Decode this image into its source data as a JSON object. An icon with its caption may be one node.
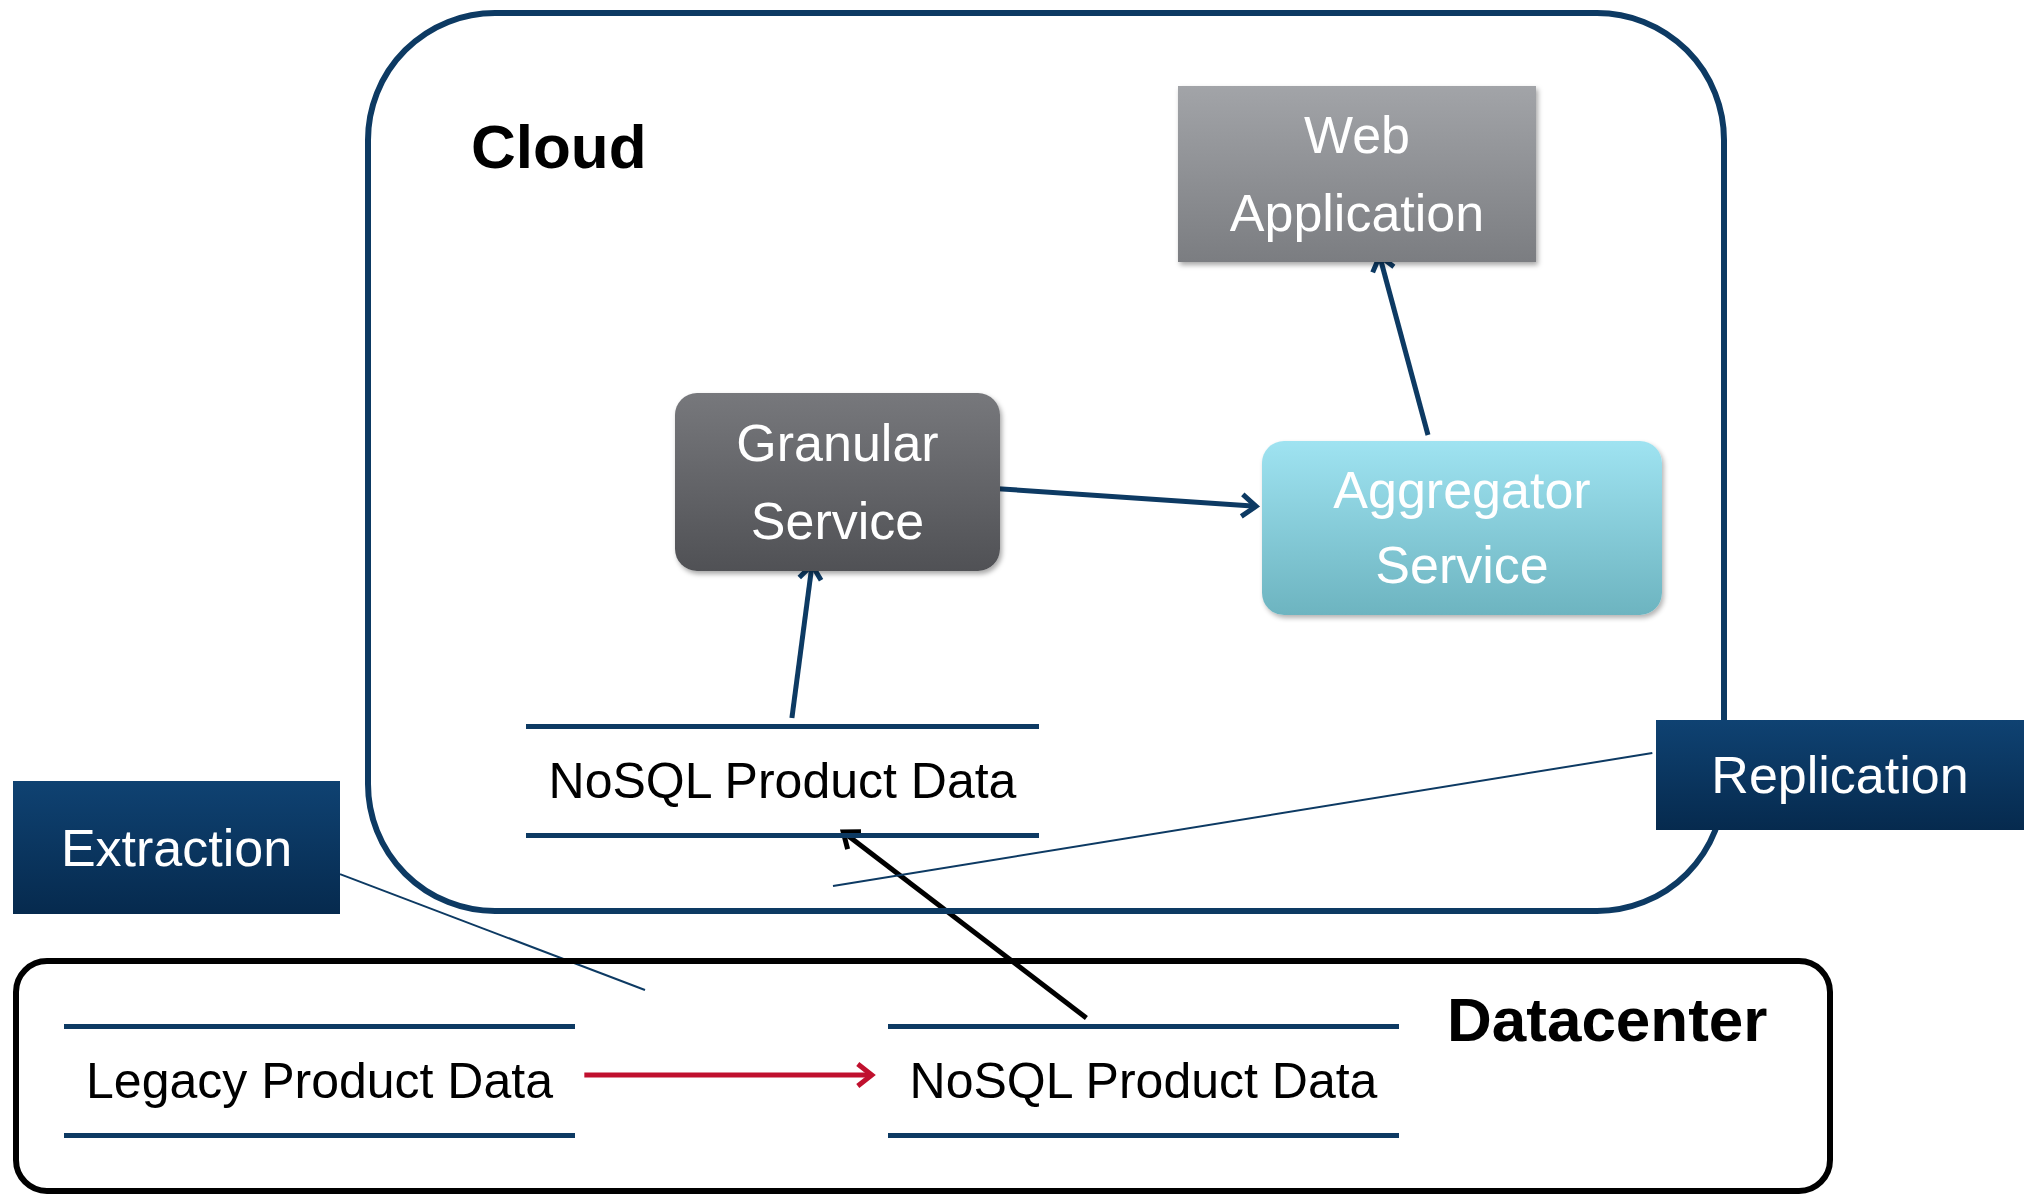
{
  "diagram": {
    "nodes": [
      {
        "text": [
          "Cloud"
        ]
      },
      {
        "text": [
          "Web Application"
        ],
        "in": 0
      },
      {
        "text": [
          "Granular Service"
        ],
        "in": 0
      },
      {
        "text": [
          "Aggregator Service"
        ],
        "in": 0
      },
      {
        "text": [
          "NoSQL Product Data"
        ],
        "in": 0
      },
      {
        "text": [
          "Datacenter"
        ]
      },
      {
        "text": [
          "Legacy Product Data"
        ],
        "in": 5
      },
      {
        "text": [
          "NoSQL Product Data"
        ],
        "in": 5
      },
      {
        "text": [
          "Extraction"
        ]
      },
      {
        "text": [
          "Replication"
        ]
      }
    ],
    "edges": [
      {
        "from": 4,
        "to": 2,
        "arrow": "to"
      },
      {
        "from": 2,
        "to": 3,
        "arrow": "to"
      },
      {
        "from": 3,
        "to": 1,
        "arrow": "to"
      },
      {
        "from": 7,
        "to": 4,
        "arrow": "to",
        "color": "#000000"
      },
      {
        "from": 6,
        "to": 7,
        "arrow": "to",
        "color": "#c0102e"
      },
      {
        "from": 8,
        "to": null,
        "arrow": "none"
      },
      {
        "from": 9,
        "to": null,
        "arrow": "none"
      }
    ]
  }
}
